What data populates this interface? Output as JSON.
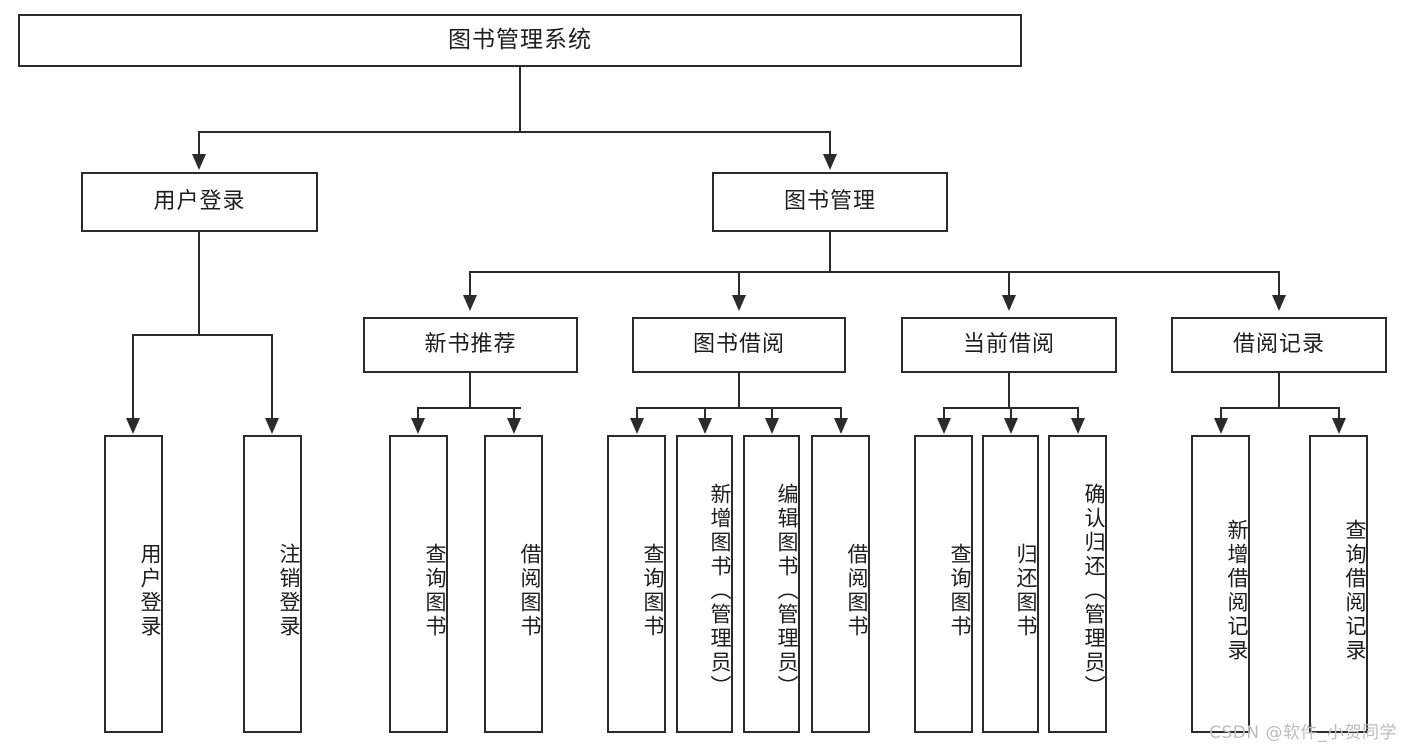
{
  "diagram": {
    "title": "图书管理系统",
    "type": "tree-hierarchy",
    "watermark": "CSDN @软件_小贺同学",
    "root": {
      "label": "图书管理系统"
    },
    "level2": [
      {
        "label": "用户登录"
      },
      {
        "label": "图书管理"
      }
    ],
    "level3": [
      {
        "label": "新书推荐"
      },
      {
        "label": "图书借阅"
      },
      {
        "label": "当前借阅"
      },
      {
        "label": "借阅记录"
      }
    ],
    "leaves": {
      "user_login": [
        {
          "label": "用户登录"
        },
        {
          "label": "注销登录"
        }
      ],
      "new_book_recommend": [
        {
          "label": "查询图书"
        },
        {
          "label": "借阅图书"
        }
      ],
      "book_borrow": [
        {
          "label": "查询图书"
        },
        {
          "label": "新增图书（管理员）"
        },
        {
          "label": "编辑图书（管理员）"
        },
        {
          "label": "借阅图书"
        }
      ],
      "current_borrow": [
        {
          "label": "查询图书"
        },
        {
          "label": "归还图书"
        },
        {
          "label": "确认归还（管理员）"
        }
      ],
      "borrow_record": [
        {
          "label": "新增借阅记录"
        },
        {
          "label": "查询借阅记录"
        }
      ]
    },
    "colors": {
      "stroke": "#2b2b2b",
      "fill": "#ffffff",
      "text": "#1d1d1d",
      "watermark": "#bdbdbd"
    }
  }
}
